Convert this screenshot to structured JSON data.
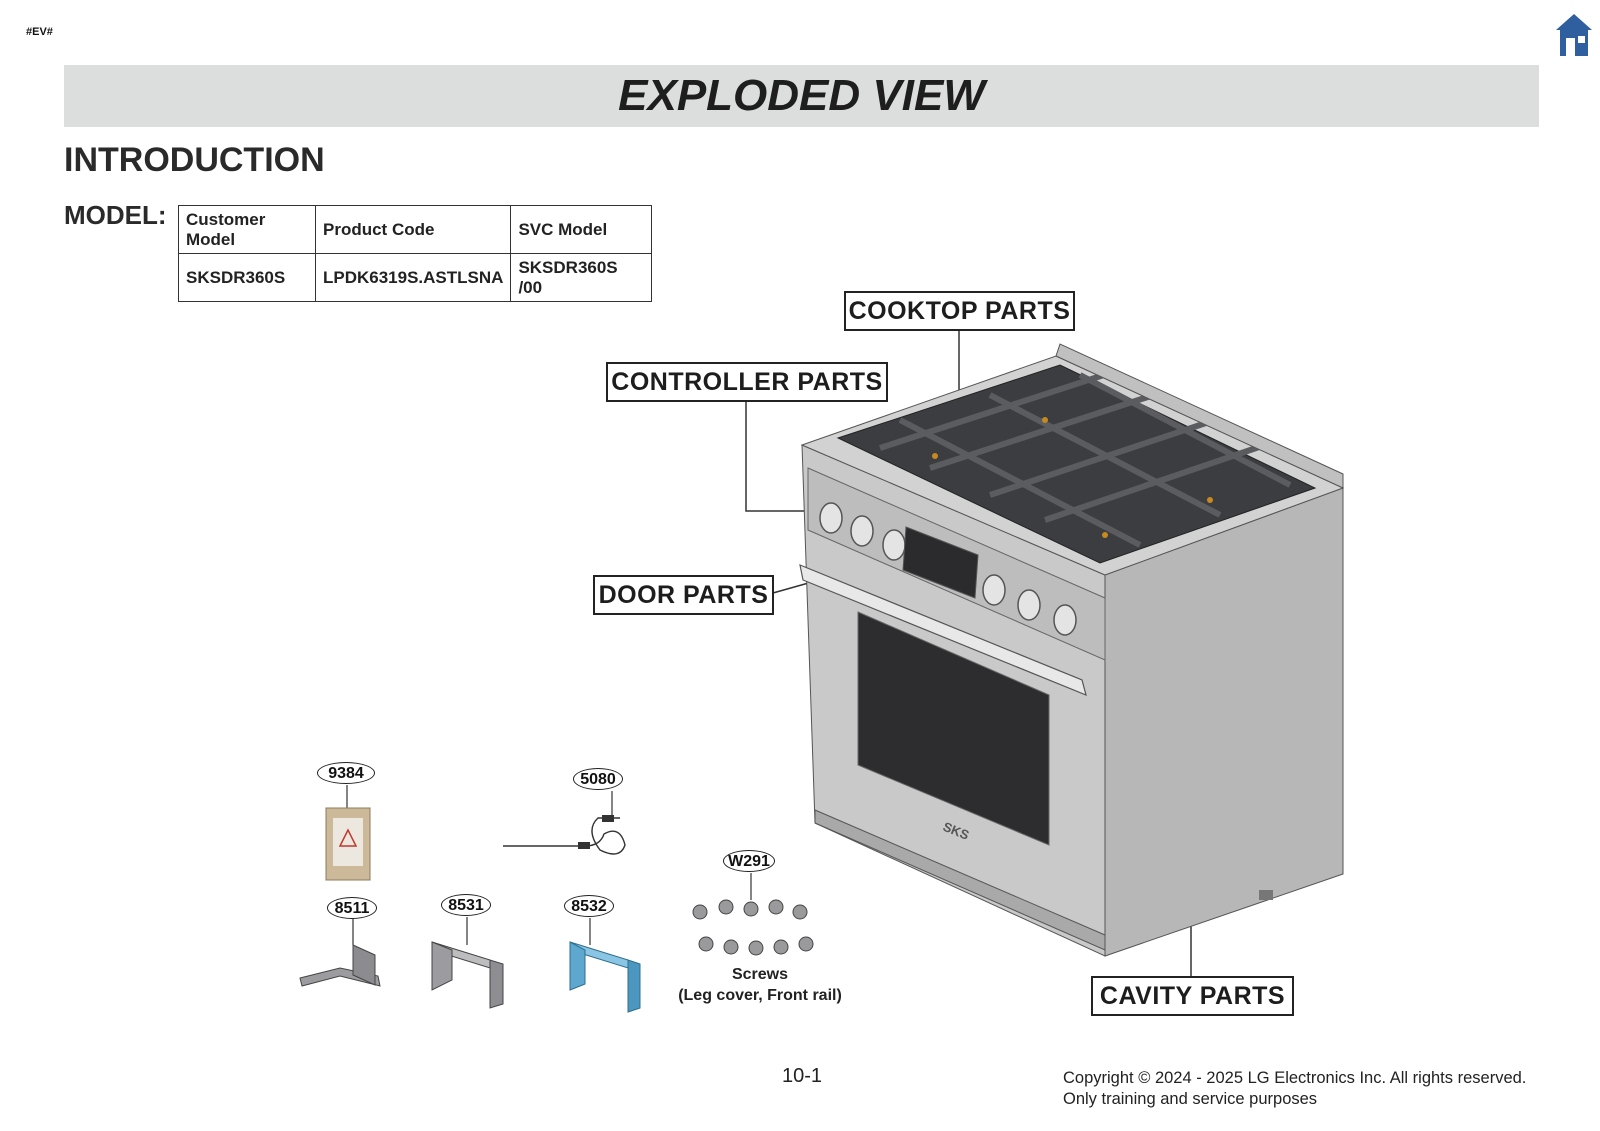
{
  "header": {
    "tag": "#EV#",
    "title": "EXPLODED VIEW",
    "home_icon": "home-icon"
  },
  "intro_heading": "INTRODUCTION",
  "model": {
    "label": "MODEL:",
    "headers": [
      "Customer Model",
      "Product Code",
      "SVC Model"
    ],
    "row": [
      "SKSDR360S",
      "LPDK6319S.ASTLSNA",
      "SKSDR360S  /00"
    ]
  },
  "callouts": {
    "cooktop": "COOKTOP PARTS",
    "controller": "CONTROLLER  PARTS",
    "door": "DOOR PARTS",
    "cavity": "CAVITY PARTS"
  },
  "parts": {
    "p9384": "9384",
    "p5080": "5080",
    "pW291": "W291",
    "p8511": "8511",
    "p8531": "8531",
    "p8532": "8532",
    "screws_line1": "Screws",
    "screws_line2": "(Leg cover, Front rail)"
  },
  "range_brand": "SKS",
  "footer": {
    "page": "10-1",
    "copyright1": "Copyright © 2024 - 2025 LG Electronics Inc. All rights reserved.",
    "copyright2": "Only training and service purposes"
  },
  "colors": {
    "home_icon": "#2f5f9e",
    "banner": "#dcdddd",
    "bracket_blue": "#5ea8d0"
  }
}
